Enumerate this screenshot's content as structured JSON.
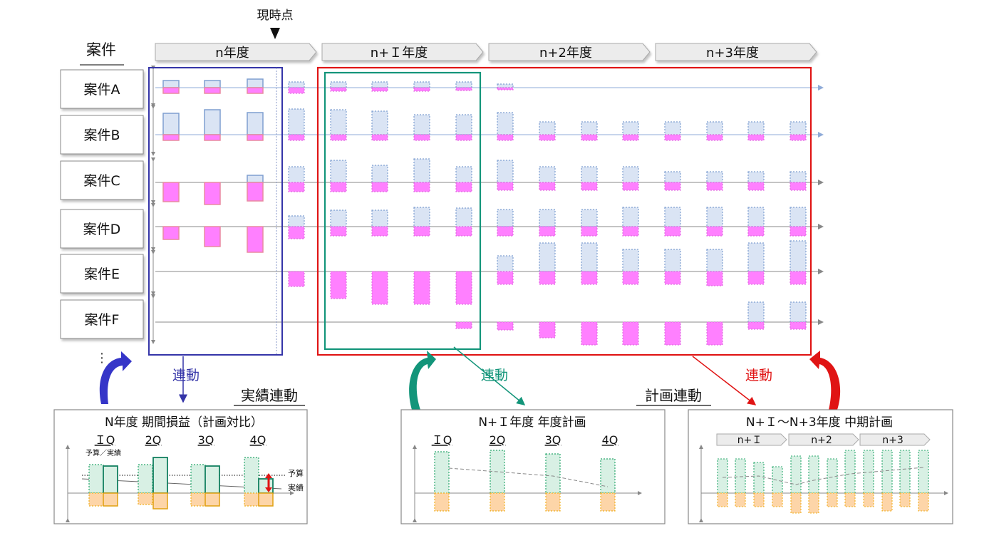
{
  "header": {
    "now_label": "現時点",
    "case_header": "案件",
    "years": [
      "n年度",
      "n+Ｉ年度",
      "n+2年度",
      "n+3年度"
    ]
  },
  "cases": [
    "案件A",
    "案件B",
    "案件C",
    "案件D",
    "案件E",
    "案件F"
  ],
  "more": "⋮",
  "links": {
    "actual_link": "連動",
    "plan_link_green": "連動",
    "plan_link_red": "連動",
    "actual_title": "実績連動",
    "plan_title": "計画連動"
  },
  "panels": {
    "actual": {
      "title": "N年度  期間損益（計画対比）",
      "quarters": [
        "ＩQ",
        "2Q",
        "3Q",
        "4Q"
      ],
      "sub_label": "予算／実績",
      "budget_label": "予算",
      "actual_label": "実績"
    },
    "annual": {
      "title": "N+Ｉ年度  年度計画",
      "quarters": [
        "ＩQ",
        "2Q",
        "3Q",
        "4Q"
      ]
    },
    "midterm": {
      "title": "N+Ｉ～N+3年度  中期計画",
      "years": [
        "n+Ｉ",
        "n+2",
        "n+3"
      ]
    }
  },
  "colors": {
    "actual_frame": "#3535a8",
    "annual_frame": "#13957a",
    "midterm_frame": "#e01414",
    "plan_blue": "#dae4f4",
    "plan_blue_border": "#7f9fd0",
    "cost_pink": "#ff80ff",
    "panel_green": "#d8f0e4",
    "panel_green_border": "#2aa86e",
    "panel_orange": "#fdd5a8",
    "panel_orange_border": "#f0b020"
  }
}
